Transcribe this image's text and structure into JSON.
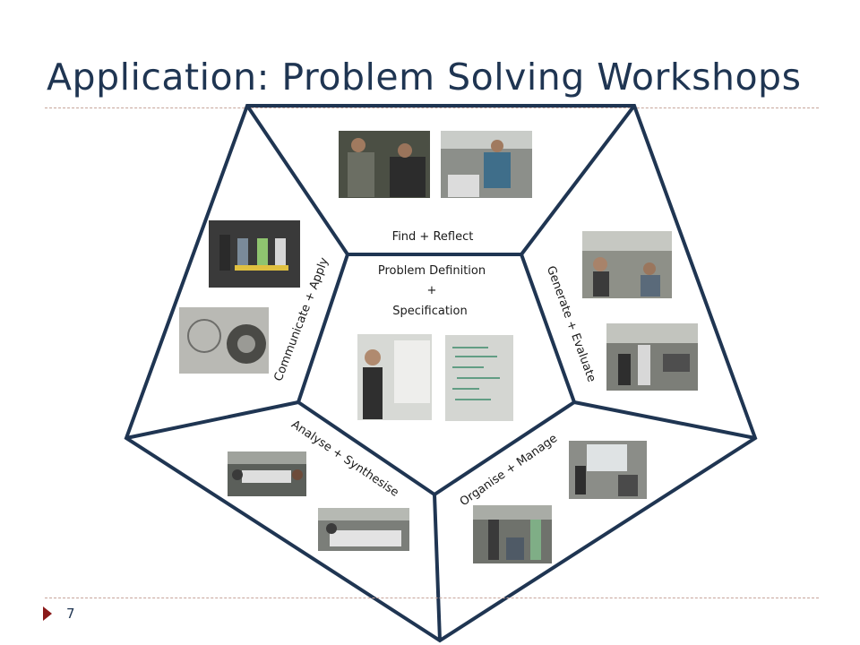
{
  "slide": {
    "title": "Application: Problem Solving Workshops",
    "page_number": "7"
  },
  "diagram": {
    "center": {
      "line1": "Problem Definition",
      "line2": "+",
      "line3": "Specification"
    },
    "segments": {
      "top": "Find + Reflect",
      "right": "Generate + Evaluate",
      "bottom_right": "Organise + Manage",
      "bottom_left": "Analyse + Synthesise",
      "left": "Communicate + Apply"
    }
  },
  "colors": {
    "title": "#1f3552",
    "outline": "#1f3552",
    "rule": "#c7a59b",
    "bullet": "#8b1a1a"
  }
}
